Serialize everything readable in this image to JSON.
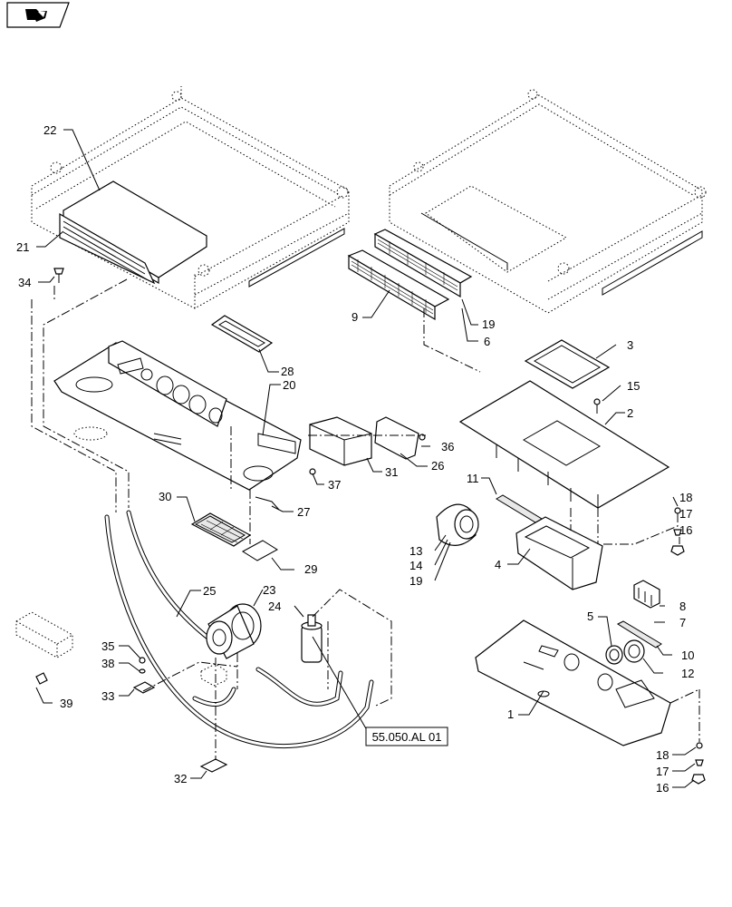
{
  "nav": {
    "icon": "back-arrow-icon"
  },
  "reference_box": "55.050.AL 01",
  "callouts": [
    "22",
    "21",
    "34",
    "9",
    "19",
    "6",
    "3",
    "28",
    "20",
    "15",
    "2",
    "36",
    "26",
    "31",
    "37",
    "30",
    "27",
    "11",
    "18",
    "17",
    "16",
    "13",
    "14",
    "19",
    "29",
    "4",
    "25",
    "23",
    "24",
    "8",
    "7",
    "5",
    "10",
    "12",
    "35",
    "38",
    "33",
    "39",
    "1",
    "18",
    "17",
    "16",
    "32"
  ]
}
